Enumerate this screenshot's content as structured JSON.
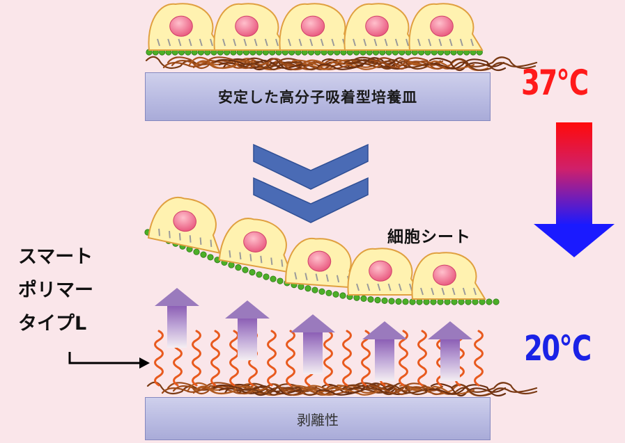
{
  "labels": {
    "stable_dish": "安定した高分子吸着型培養皿",
    "release": "剥離性",
    "temp_hot": "37℃",
    "temp_cold": "20℃",
    "cell_sheet": "細胞シート",
    "smart_polymer_line1": "スマート",
    "smart_polymer_line2": "ポリマー",
    "smart_polymer_line3": "タイプL"
  },
  "colors": {
    "background": "#fae6ea",
    "hot": "#ff1a1a",
    "cold": "#1a22e6",
    "chevron": "#4a6bb5",
    "polymer": "#e85a1e",
    "cell": "#fff2b0",
    "nucleus": "#f07090",
    "bead": "#4caf28",
    "up_arrow": "#9a7abd"
  }
}
